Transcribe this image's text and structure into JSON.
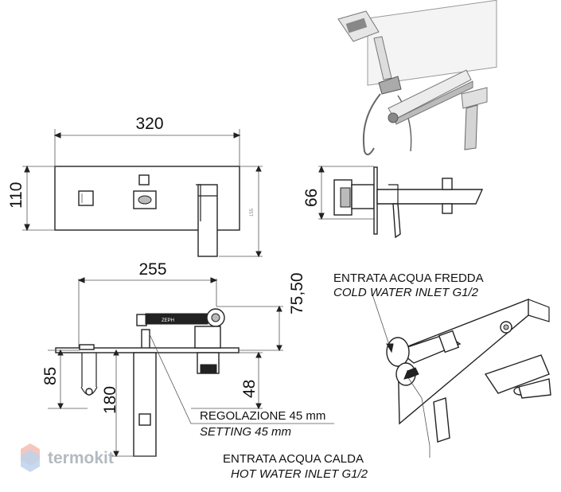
{
  "dimensions": {
    "plate_width": "320",
    "plate_height": "110",
    "body_depth": "66",
    "spout_length": "255",
    "top_height": "75,50",
    "left_drop": "85",
    "body_drop": "180",
    "setting_drop": "48",
    "small_mark": "155"
  },
  "labels": {
    "cold_it": "ENTRATA ACQUA FREDDA",
    "cold_en": "COLD WATER INLET  G1/2",
    "hot_it": "ENTRATA ACQUA CALDA",
    "hot_en": "HOT WATER INLET G1/2",
    "setting_it": "REGOLAZIONE  45 mm",
    "setting_en": "SETTING  45 mm",
    "body_mark": "ZEPH"
  },
  "brand": {
    "name": "termokit"
  },
  "icons": [
    "termokit-logo-icon"
  ]
}
